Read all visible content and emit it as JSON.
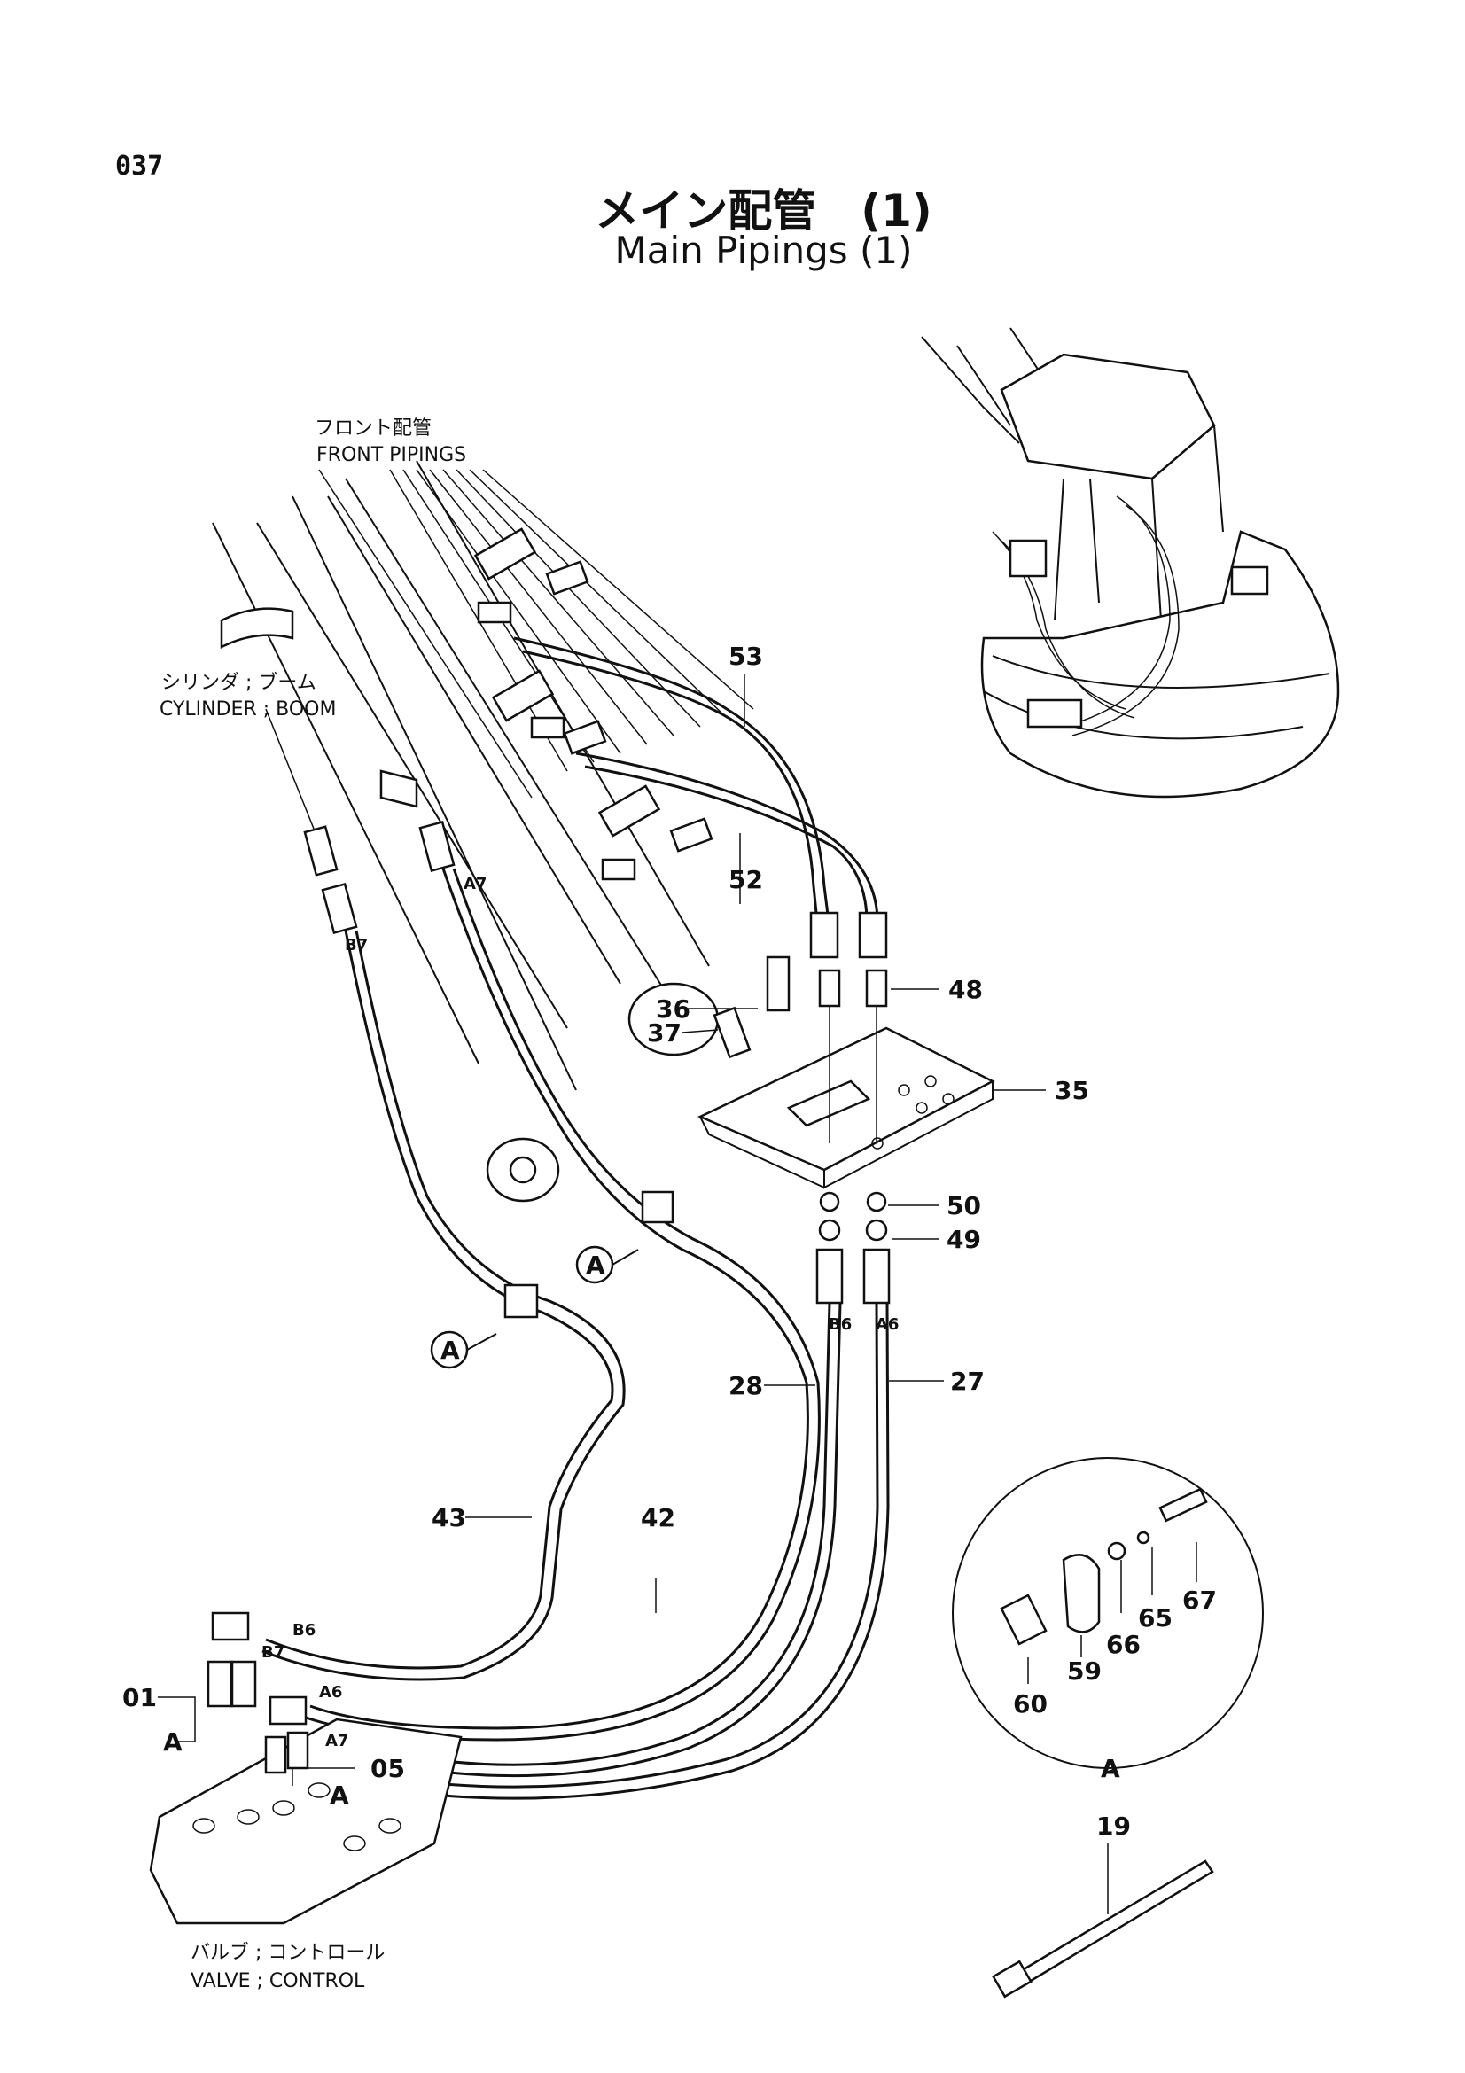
{
  "page_number": "037",
  "title_jp": "メイン配管　(1)",
  "title_en": "Main Pipings (1)",
  "captions": {
    "front_pipings_jp": "フロント配管",
    "front_pipings_en": "FRONT PIPINGS",
    "cylinder_jp": "シリンダ ; ブーム",
    "cylinder_en": "CYLINDER ; BOOM",
    "valve_jp": "バルブ ; コントロール",
    "valve_en": "VALVE ; CONTROL"
  },
  "part_labels": {
    "p53": "53",
    "p52": "52",
    "p36": "36",
    "p37": "37",
    "p48": "48",
    "p35": "35",
    "p50": "50",
    "p49": "49",
    "p28": "28",
    "p27": "27",
    "p43": "43",
    "p42": "42",
    "p01": "01",
    "p05": "05",
    "p67": "67",
    "p65": "65",
    "p66": "66",
    "p59": "59",
    "p60": "60",
    "p19": "19"
  },
  "port_labels": {
    "a7_top": "A7",
    "b7_top": "B7",
    "b6_mid": "B6",
    "a6_mid": "A6",
    "b6_bot": "B6",
    "b7_bot": "B7",
    "a6_bot": "A6",
    "a7_bot": "A7"
  },
  "detail_markers": {
    "a_left_upper": "A",
    "a_left_lower": "A",
    "a_detail": "A",
    "a_bracket_01": "A",
    "a_bracket_05": "A"
  }
}
